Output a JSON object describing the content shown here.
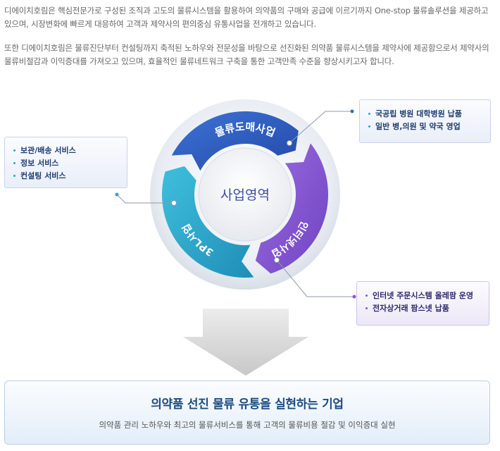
{
  "intro": {
    "paragraph1": "디에이치호림은 핵심전문가로 구성된 조직과 고도의 물류시스템을 활용하여 의약품의 구매와 공급에 이르기까지 One-stop 물류솔루션을 제공하고 있으며, 시장변화에 빠르게 대응하여 고객과 제약사의 편의중심 유통사업을 전개하고 있습니다.",
    "paragraph2": "또한 디에이치호림은 물류진단부터 컨설팅까지 축적된 노하우와 전문성을 바탕으로 선진화된 의약품 물류시스템을 제약사에 제공함으로서 제약사의 물류비절감과 이익증대를 가져오고 있으며, 효율적인 물류네트워크 구축을 통한 고객만족 수준을 향상시키고자 합니다."
  },
  "diagram": {
    "center_label": "사업영역",
    "segments": {
      "wholesale": "물류도매사업",
      "internet": "인터넷사업",
      "tpl": "3PL사업"
    },
    "colors": {
      "wholesale": "#2f5fc4",
      "internet": "#8a58d6",
      "tpl": "#2aa6c8"
    }
  },
  "callouts": {
    "wholesale": [
      "국공립 병원 대학병원 납품",
      "일반 병,의원 및 약국 영업"
    ],
    "tpl": [
      "보관/배송 서비스",
      "정보 서비스",
      "컨설팅 서비스"
    ],
    "internet": [
      "인터넷 주문시스템 올레팜 운영",
      "전자상거래 팜스넷 납품"
    ]
  },
  "banner": {
    "title": "의약품 선진 물류 유통을 실현하는 기업",
    "subtitle": "의약품 관리 노하우와 최고의 물류서비스를 통해 고객의 물류비용 절감 및 이익증대 실현"
  }
}
